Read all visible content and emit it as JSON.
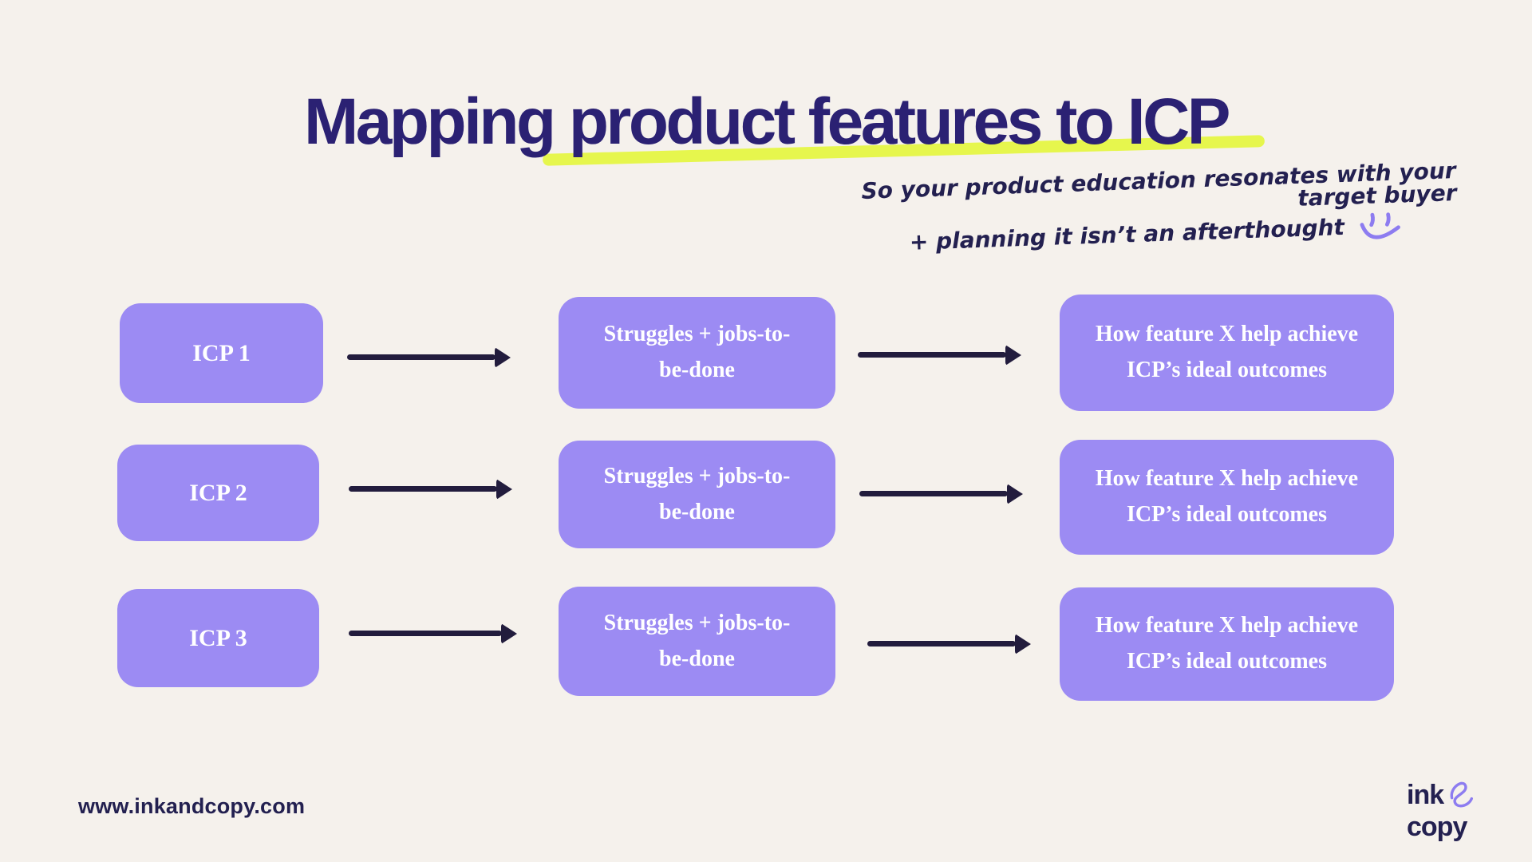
{
  "colors": {
    "background": "#f5f1ec",
    "title_navy": "#2b2173",
    "box_purple": "#9c8bf3",
    "box_text_white": "#ffffff",
    "highlight_yellow": "#e6f64d",
    "arrow_navy": "#221c3d",
    "text_dark_navy": "#232050",
    "doodle_purple": "#8d7cf0"
  },
  "title": {
    "text": "Mapping product features to ICP"
  },
  "subtitle": {
    "line1": "So your product education resonates with your target buyer",
    "line2": "+ planning it isn’t an afterthought"
  },
  "icons": {
    "smiley": "smiley-doodle-icon",
    "ampersand": "ampersand-squiggle-icon",
    "arrow": "arrow-right-icon"
  },
  "diagram": {
    "rows": [
      {
        "source": "ICP 1",
        "middle_line1": "Struggles + jobs-to-",
        "middle_line2": "be-done",
        "outcome_line1": "How feature X help achieve",
        "outcome_line2": "ICP’s ideal outcomes"
      },
      {
        "source": "ICP 2",
        "middle_line1": "Struggles + jobs-to-",
        "middle_line2": "be-done",
        "outcome_line1": "How feature X help achieve",
        "outcome_line2": "ICP’s ideal outcomes"
      },
      {
        "source": "ICP 3",
        "middle_line1": "Struggles + jobs-to-",
        "middle_line2": "be-done",
        "outcome_line1": "How feature X help achieve",
        "outcome_line2": "ICP’s ideal outcomes"
      }
    ]
  },
  "footer": {
    "website": "www.inkandcopy.com",
    "logo": {
      "word1": "ink",
      "word2": "copy"
    }
  }
}
